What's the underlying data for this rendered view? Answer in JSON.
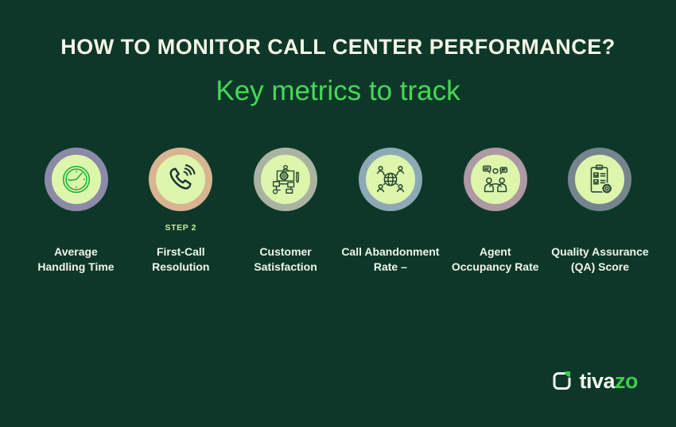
{
  "colors": {
    "background": "#0d3829",
    "title": "#f4f4e6",
    "subtitle": "#45d955",
    "label": "#f2f5ea",
    "step_label": "#cfe9a0",
    "circle_fill": "#ddf6ac",
    "clock_stroke": "#1db438",
    "dark_icon_stroke": "#1d3338",
    "logo_accent": "#3ecc4e"
  },
  "header": {
    "title": "HOW TO MONITOR CALL CENTER PERFORMANCE?",
    "subtitle": "Key metrics to track"
  },
  "metrics": [
    {
      "icon": "clock-icon",
      "ring_color": "#8d89a8",
      "step_label": "",
      "line1": "Average",
      "line2": "Handling Time"
    },
    {
      "icon": "phone-call-icon",
      "ring_color": "#d8b491",
      "step_label": "STEP 2",
      "line1": "First-Call",
      "line2": "Resolution"
    },
    {
      "icon": "workflow-icon",
      "ring_color": "#aab3a1",
      "step_label": "",
      "line1": "Customer",
      "line2": "Satisfaction"
    },
    {
      "icon": "people-network-icon",
      "ring_color": "#8ea9b6",
      "step_label": "",
      "line1": "Call Abandonment",
      "line2": "Rate –"
    },
    {
      "icon": "people-chat-icon",
      "ring_color": "#ae98a3",
      "step_label": "",
      "line1": "Agent",
      "line2": "Occupancy Rate"
    },
    {
      "icon": "clipboard-gear-icon",
      "ring_color": "#76848e",
      "step_label": "",
      "line1": "Quality Assurance",
      "line2": "(QA) Score"
    }
  ],
  "footer": {
    "logo_text_primary": "tiva",
    "logo_text_accent": "zo"
  }
}
